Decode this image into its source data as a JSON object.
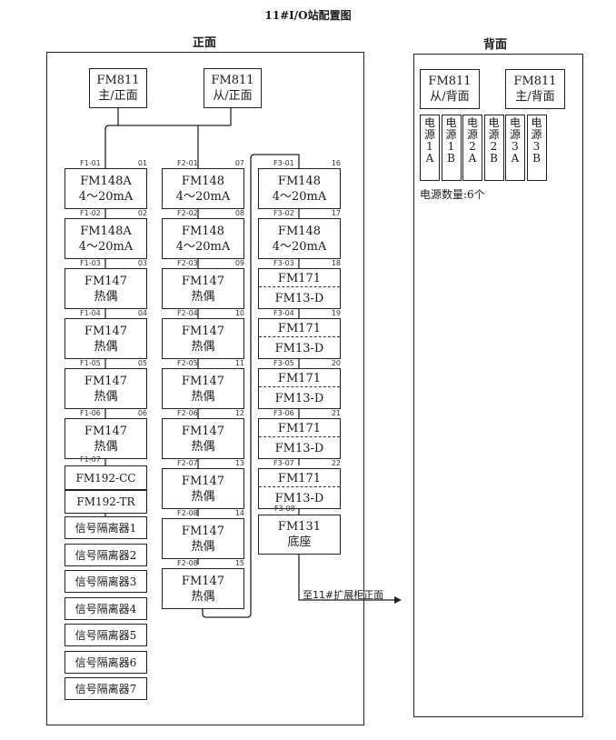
{
  "title": "11#I/O站配置图",
  "front_label": "正面",
  "back_label": "背面",
  "front_cpus": [
    {
      "line1": "FM811",
      "line2": "主/正面"
    },
    {
      "line1": "FM811",
      "line2": "从/正面"
    }
  ],
  "back_cpus": [
    {
      "line1": "FM811",
      "line2": "从/背面"
    },
    {
      "line1": "FM811",
      "line2": "主/背面"
    }
  ],
  "power_supplies": [
    [
      "电",
      "源",
      "1",
      "A"
    ],
    [
      "电",
      "源",
      "1",
      "B"
    ],
    [
      "电",
      "源",
      "2",
      "A"
    ],
    [
      "电",
      "源",
      "2",
      "B"
    ],
    [
      "电",
      "源",
      "3",
      "A"
    ],
    [
      "电",
      "源",
      "3",
      "B"
    ]
  ],
  "power_count": "电源数量:6个",
  "col1": [
    {
      "id": "F1-01",
      "num": "01",
      "l1": "FM148A",
      "l2": "4～20mA"
    },
    {
      "id": "F1-02",
      "num": "02",
      "l1": "FM148A",
      "l2": "4～20mA"
    },
    {
      "id": "F1-03",
      "num": "03",
      "l1": "FM147",
      "l2": "热偶"
    },
    {
      "id": "F1-04",
      "num": "04",
      "l1": "FM147",
      "l2": "热偶"
    },
    {
      "id": "F1-05",
      "num": "05",
      "l1": "FM147",
      "l2": "热偶"
    },
    {
      "id": "F1-06",
      "num": "06",
      "l1": "FM147",
      "l2": "热偶"
    }
  ],
  "col1_f107": "F1-07",
  "col1_fm192cc": "FM192-CC",
  "col1_fm192tr": "FM192-TR",
  "isolators": [
    "信号隔离器1",
    "信号隔离器2",
    "信号隔离器3",
    "信号隔离器4",
    "信号隔离器5",
    "信号隔离器6",
    "信号隔离器7"
  ],
  "col2": [
    {
      "id": "F2-01",
      "num": "07",
      "l1": "FM148",
      "l2": "4～20mA"
    },
    {
      "id": "F2-02",
      "num": "08",
      "l1": "FM148",
      "l2": "4～20mA"
    },
    {
      "id": "F2-03",
      "num": "09",
      "l1": "FM147",
      "l2": "热偶"
    },
    {
      "id": "F2-04",
      "num": "10",
      "l1": "FM147",
      "l2": "热偶"
    },
    {
      "id": "F2-05",
      "num": "11",
      "l1": "FM147",
      "l2": "热偶"
    },
    {
      "id": "F2-06",
      "num": "12",
      "l1": "FM147",
      "l2": "热偶"
    },
    {
      "id": "F2-07",
      "num": "13",
      "l1": "FM147",
      "l2": "热偶"
    },
    {
      "id": "F2-08",
      "num": "14",
      "l1": "FM147",
      "l2": "热偶"
    },
    {
      "id": "F2-08",
      "num": "15",
      "l1": "FM147",
      "l2": "热偶"
    }
  ],
  "col3": [
    {
      "id": "F3-01",
      "num": "16",
      "l1": "FM148",
      "l2": "4～20mA"
    },
    {
      "id": "F3-02",
      "num": "17",
      "l1": "FM148",
      "l2": "4～20mA"
    },
    {
      "id": "F3-03",
      "num": "18",
      "l1": "FM171",
      "l2": "FM13-D"
    },
    {
      "id": "F3-04",
      "num": "19",
      "l1": "FM171",
      "l2": "FM13-D"
    },
    {
      "id": "F3-05",
      "num": "20",
      "l1": "FM171",
      "l2": "FM13-D"
    },
    {
      "id": "F3-06",
      "num": "21",
      "l1": "FM171",
      "l2": "FM13-D"
    },
    {
      "id": "F3-07",
      "num": "22",
      "l1": "FM171",
      "l2": "FM13-D"
    }
  ],
  "col3_f308": "F3-08",
  "col3_base": {
    "l1": "FM131",
    "l2": "底座"
  },
  "ext_label": "至11#扩展柜正面"
}
